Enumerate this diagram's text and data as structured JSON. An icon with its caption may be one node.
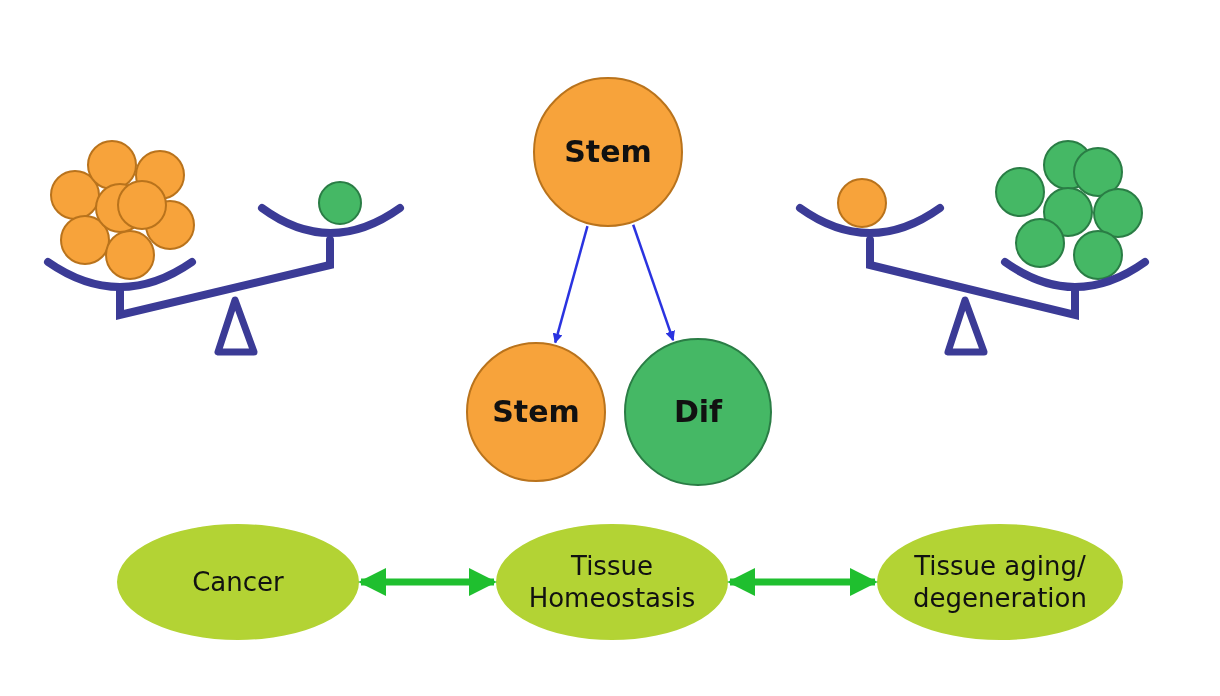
{
  "diagram": {
    "nodes": [
      {
        "text": [
          "Stem"
        ]
      },
      {
        "text": [
          "Stem"
        ]
      },
      {
        "text": [
          "Dif"
        ]
      },
      {
        "text": [
          "Cancer"
        ]
      },
      {
        "text": [
          "Tissue Homeostasis"
        ]
      },
      {
        "text": [
          "Tissue aging/ degeneration"
        ]
      }
    ],
    "edges": [
      {
        "from": 0,
        "to": 1,
        "arrow": "to"
      },
      {
        "from": 0,
        "to": 2,
        "arrow": "to"
      },
      {
        "from": 3,
        "to": 4,
        "arrow": "both",
        "style": "thick",
        "color": "#1fbf2f"
      },
      {
        "from": 4,
        "to": 5,
        "arrow": "both",
        "style": "thick",
        "color": "#1fbf2f"
      }
    ]
  }
}
